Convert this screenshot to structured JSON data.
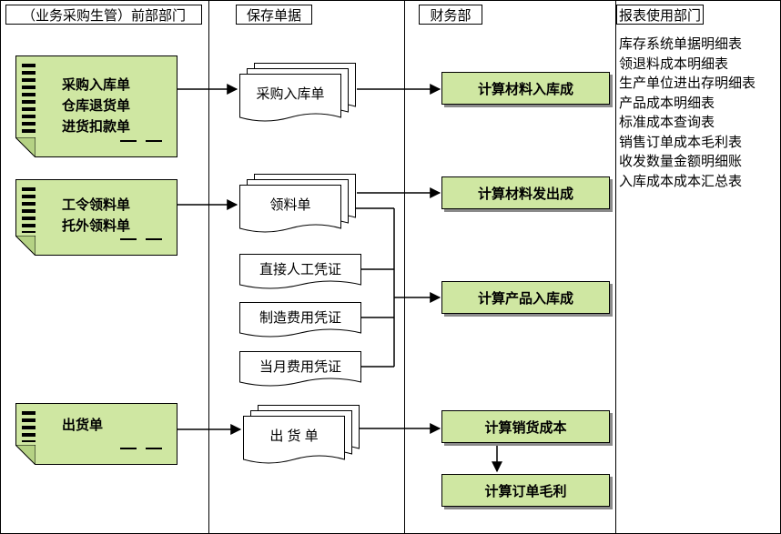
{
  "headers": {
    "col1": "（业务采购生管）前部部门",
    "col2": "保存单据",
    "col3": "财务部",
    "col4": "报表使用部门"
  },
  "source_notes": {
    "purchase": {
      "line1": "采购入库单",
      "line2": "仓库退货单",
      "line3": "进货扣款单"
    },
    "requisition": {
      "line1": "工令领料单",
      "line2": "托外领料单"
    },
    "shipment": {
      "line1": "出货单"
    }
  },
  "documents": {
    "purchase_receipt": "采购入库单",
    "material_requisition": "领料单",
    "direct_labor_voucher": "直接人工凭证",
    "manufacturing_expense_voucher": "制造费用凭证",
    "monthly_expense_voucher": "当月费用凭证",
    "shipment_order": "出 货 单"
  },
  "processes": {
    "material_inbound_cost": "计算材料入库成",
    "material_issue_cost": "计算材料发出成",
    "product_inbound_cost": "计算产品入库成",
    "sales_cost": "计算销货成本",
    "order_gross_profit": "计算订单毛利"
  },
  "reports": [
    "库存系统单据明细表",
    "领退料成本明细表",
    "生产单位进出存明细表",
    "产品成本明细表",
    "标准成本查询表",
    "销售订单成本毛利表",
    "收发数量金额明细账",
    "入库成本成本汇总表"
  ],
  "colors": {
    "shape_green": "#cfe7a2",
    "shadow_gray": "#8a8a8a",
    "line_black": "#000000"
  }
}
